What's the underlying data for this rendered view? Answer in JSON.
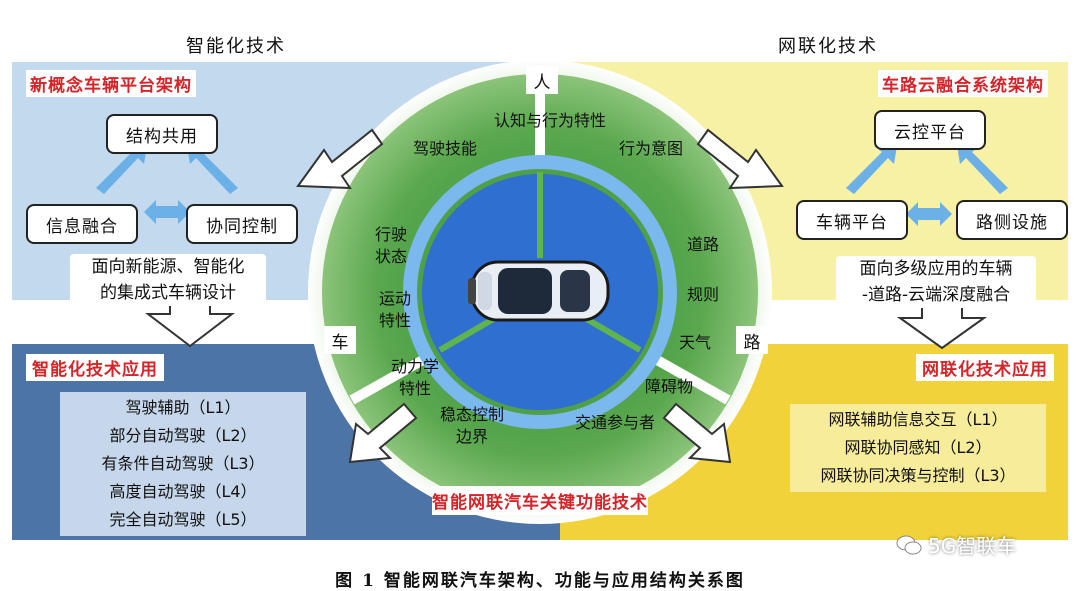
{
  "figure_caption": "图 1   智能网联汽车架构、功能与应用结构关系图",
  "watermark": "5G智联车",
  "colors": {
    "left_top_bg": "#c2d9ee",
    "left_bottom_bg": "#4d74a6",
    "right_top_bg": "#f6f1a4",
    "right_bottom_bg": "#f1d23a",
    "ring_green": "#58a44c",
    "inner_blue": "#2f6fd0",
    "title_red": "#d4252a"
  },
  "left": {
    "header": "智能化技术",
    "architecture_title": "新概念车辆平台架构",
    "boxes": {
      "top": "结构共用",
      "left": "信息融合",
      "right": "协同控制"
    },
    "note_line1": "面向新能源、智能化",
    "note_line2": "的集成式车辆设计",
    "application_title": "智能化技术应用",
    "levels": [
      "驾驶辅助（L1）",
      "部分自动驾驶（L2）",
      "有条件自动驾驶（L3）",
      "高度自动驾驶（L4）",
      "完全自动驾驶（L5）"
    ]
  },
  "right": {
    "header": "网联化技术",
    "architecture_title": "车路云融合系统架构",
    "boxes": {
      "top": "云控平台",
      "left": "车辆平台",
      "right": "路侧设施"
    },
    "note_line1": "面向多级应用的车辆",
    "note_line2": "-道路-云端深度融合",
    "application_title": "网联化技术应用",
    "levels": [
      "网联辅助信息交互（L1）",
      "网联协同感知（L2）",
      "网联协同决策与控制（L3）"
    ]
  },
  "center": {
    "bottom_title": "智能网联汽车关键功能技术",
    "sectors": {
      "person": "人",
      "vehicle": "车",
      "road": "路"
    },
    "person_items": {
      "top": "认知与行为特性",
      "left": "驾驶技能",
      "right": "行为意图"
    },
    "vehicle_items": {
      "a_line1": "行驶",
      "a_line2": "状态",
      "b_line1": "运动",
      "b_line2": "特性",
      "c_line1": "动力学",
      "c_line2": "特性",
      "d_line1": "稳态控制",
      "d_line2": "边界"
    },
    "road_items": {
      "a": "道路",
      "b": "规则",
      "c": "天气",
      "d": "障碍物",
      "e": "交通参与者"
    }
  }
}
